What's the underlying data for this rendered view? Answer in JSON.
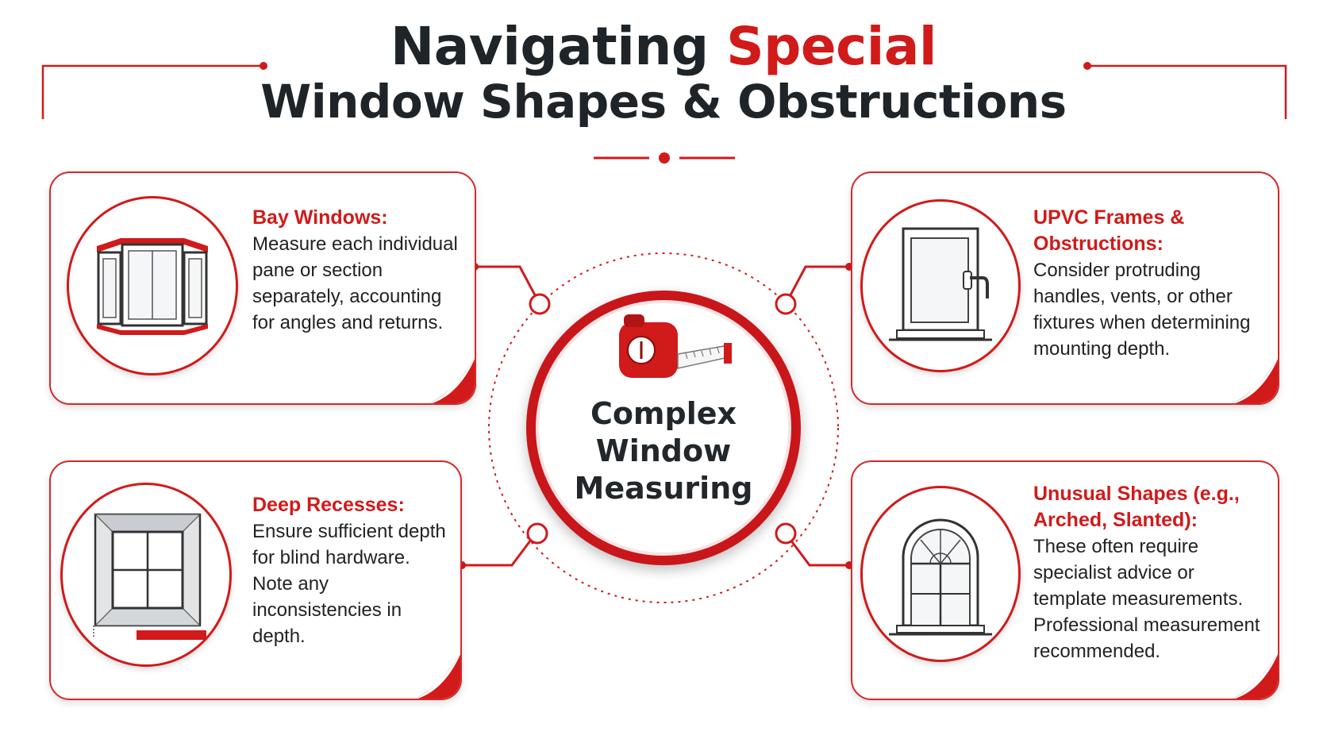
{
  "title": {
    "line1_prefix": "Navigating",
    "line1_accent": "Special",
    "line2": "Window Shapes & Obstructions"
  },
  "center": {
    "label": "Complex Window Measuring",
    "icon": "tape-measure-icon"
  },
  "cards": {
    "bay": {
      "heading": "Bay Windows:",
      "body": "Measure each individual pane or section separately, accounting for angles and returns.",
      "icon": "bay-window-icon"
    },
    "upvc": {
      "heading": "UPVC Frames & Obstructions:",
      "body": "Consider protruding handles, vents, or other fixtures when determining mounting depth.",
      "icon": "upvc-window-handle-icon"
    },
    "recess": {
      "heading": "Deep Recesses:",
      "body": "Ensure sufficient depth for blind hardware. Note any inconsistencies in depth.",
      "icon": "recessed-window-icon"
    },
    "unusual": {
      "heading": "Unusual Shapes (e.g., Arched, Slanted):",
      "body": "These often require specialist advice or template measurements. Professional measurement recommended.",
      "icon": "arched-window-icon"
    }
  },
  "colors": {
    "accent": "#d11a1a",
    "text_dark": "#1f2428",
    "card_border": "#d6282a"
  }
}
